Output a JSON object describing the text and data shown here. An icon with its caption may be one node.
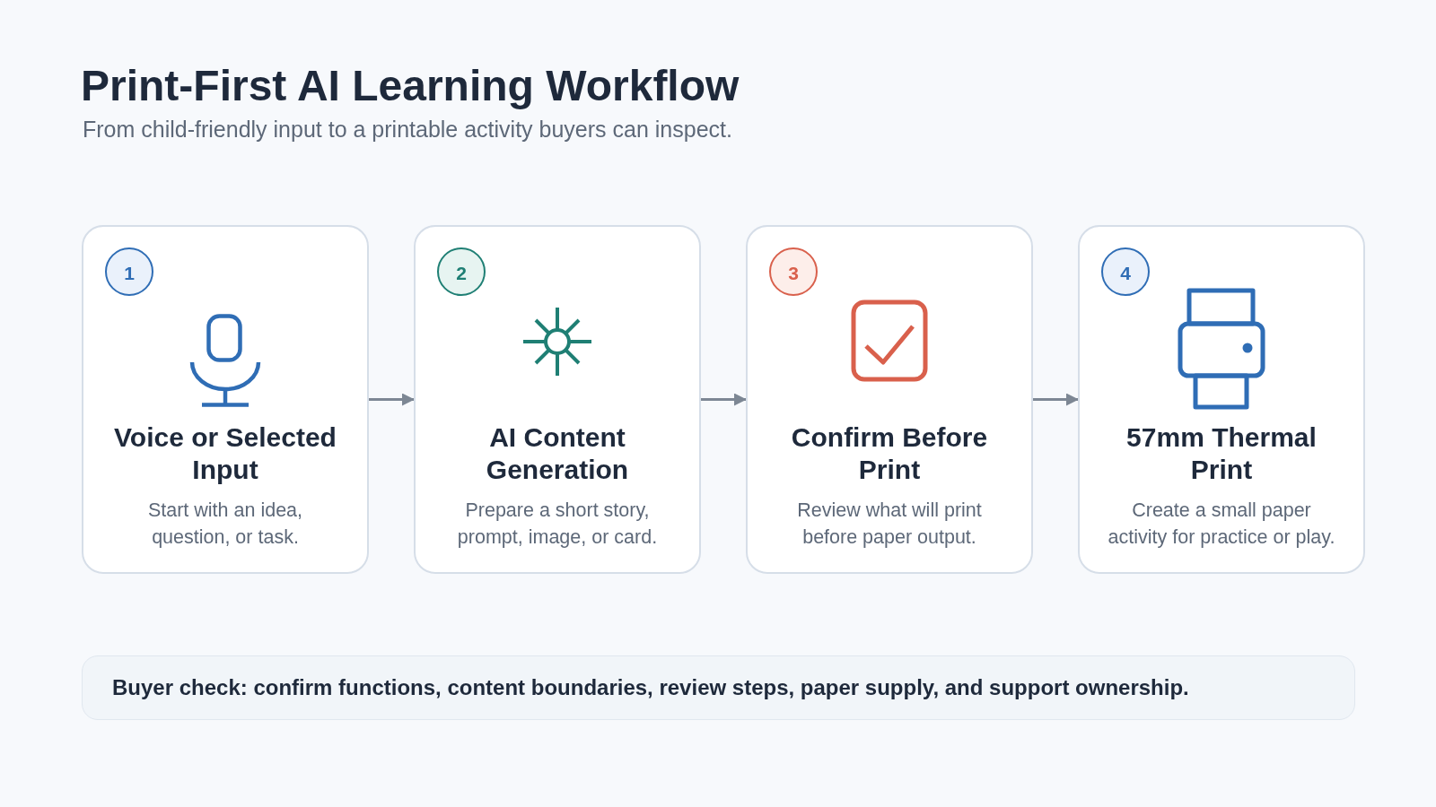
{
  "diagram": {
    "title": "Print-First AI Learning Workflow",
    "nodes": [
      {
        "text": [
          "Voice or Selected Input",
          "Start with an idea, question, or task."
        ]
      },
      {
        "text": [
          "1"
        ],
        "in": 0
      },
      {
        "text": [
          "AI Content Generation",
          "Prepare a short story, prompt, image, or card."
        ]
      },
      {
        "text": [
          "2"
        ],
        "in": 2
      },
      {
        "text": [
          "Confirm Before Print",
          "Review what will print before paper output."
        ]
      },
      {
        "text": [
          "3"
        ],
        "in": 4
      },
      {
        "text": [
          "57mm Thermal Print",
          "Create a small paper activity for practice or play."
        ]
      },
      {
        "text": [
          "4"
        ],
        "in": 6
      },
      {
        "text": [
          "Buyer check: confirm functions, content boundaries, review steps, paper supply, and support ownership."
        ]
      }
    ],
    "edges": [
      {
        "from": 0,
        "to": 2,
        "arrow": "to"
      },
      {
        "from": 2,
        "to": 4,
        "arrow": "to"
      },
      {
        "from": 4,
        "to": 6,
        "arrow": "to"
      }
    ],
    "labels": [
      "From child-friendly input to a printable activity buyers can inspect."
    ]
  }
}
